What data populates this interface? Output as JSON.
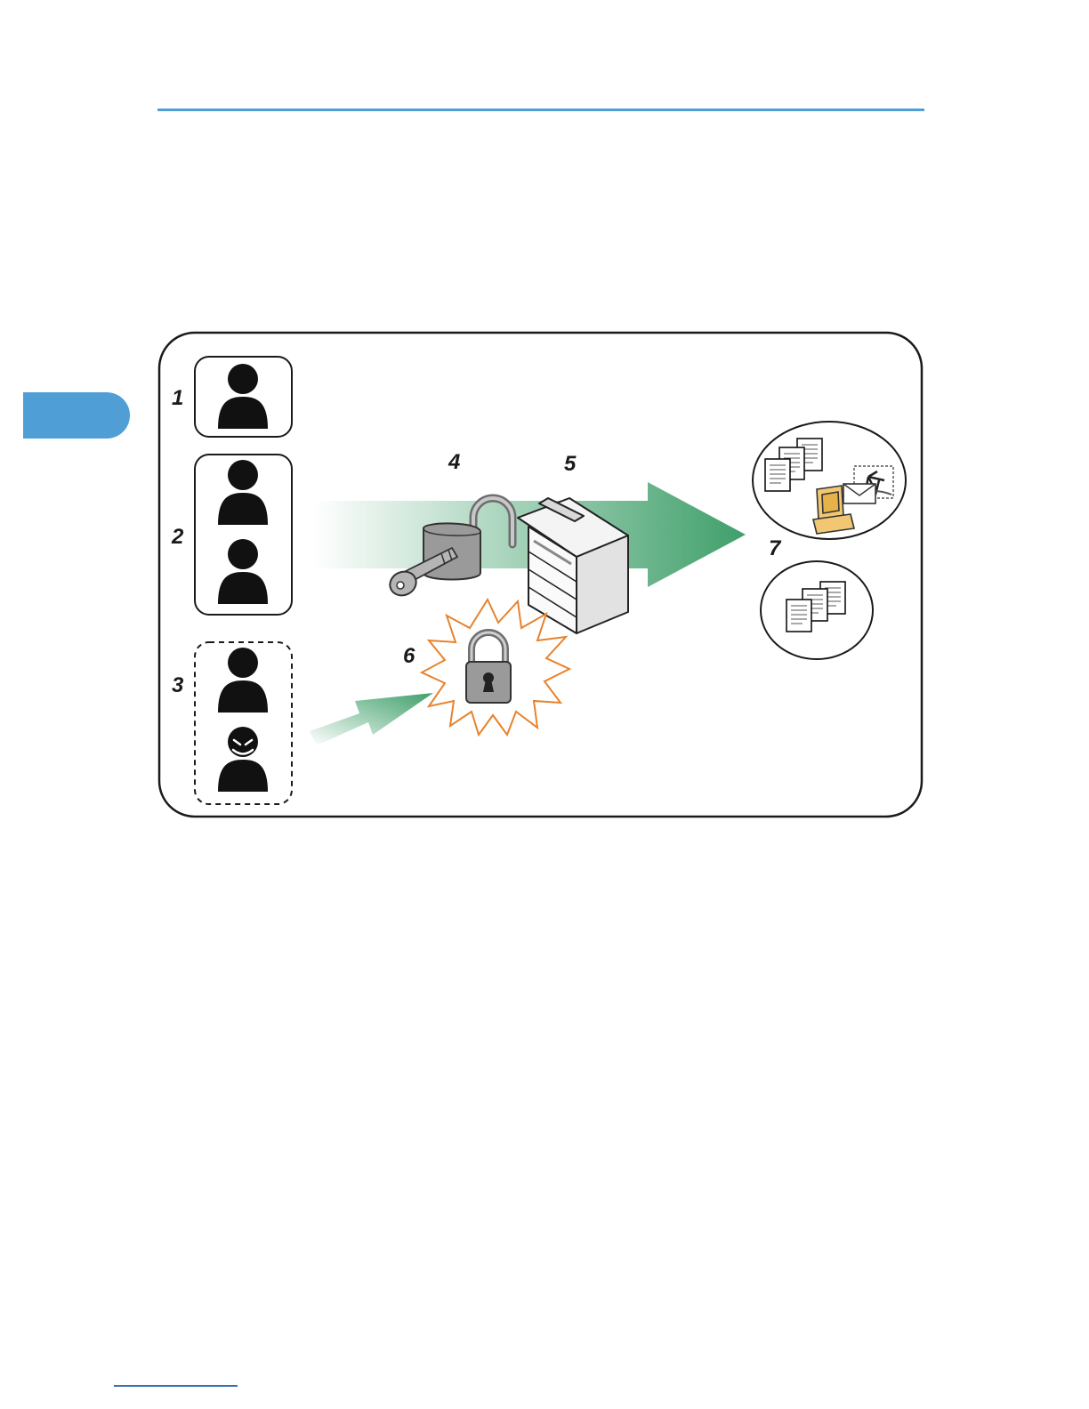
{
  "colors": {
    "rule": "#4f9fd6",
    "chapter_tab": "#4f9fd6",
    "arrow": "#3f9f6a",
    "burst": "#e8822c",
    "lock_gray": "#9a9a9a",
    "monitor": "#f2c774"
  },
  "diagram": {
    "labels": {
      "one": "1",
      "two": "2",
      "three": "3",
      "four": "4",
      "five": "5",
      "six": "6",
      "seven": "7"
    },
    "icons": [
      "user-icon",
      "user-pair-icon",
      "anonymous-user-icon",
      "intruder-icon",
      "key-icon",
      "unlocked-padlock-icon",
      "locked-padlock-icon",
      "copier-icon",
      "documents-icon",
      "computer-icon",
      "envelope-icon",
      "fax-image-icon"
    ]
  }
}
